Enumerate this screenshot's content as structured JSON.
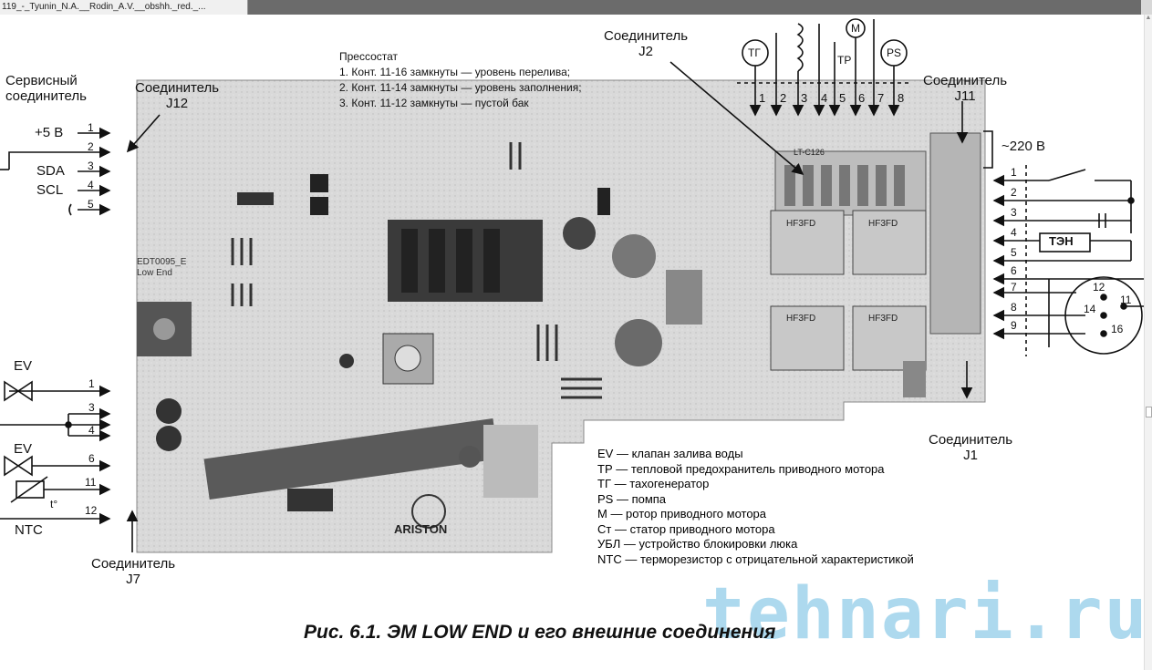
{
  "window": {
    "tab_title": "119_-_Tyunin_N.A.__Rodin_A.V.__obshh._red._..."
  },
  "labels": {
    "service_connector": [
      "Сервисный",
      "соединитель"
    ],
    "j12": [
      "Соединитель",
      "J12"
    ],
    "j2": [
      "Соединитель",
      "J2"
    ],
    "j11": [
      "Соединитель",
      "J11"
    ],
    "j1": [
      "Соединитель",
      "J1"
    ],
    "j7": [
      "Соединитель",
      "J7"
    ],
    "ac_220": "~220 В",
    "ten": "ТЭН"
  },
  "pressostat": {
    "title": "Прессостат",
    "lines": [
      "1. Конт. 11-16 замкнуты — уровень перелива;",
      "2. Конт. 11-14 замкнуты — уровень заполнения;",
      "3. Конт. 11-12 замкнуты — пустой бак"
    ]
  },
  "j12_pins": {
    "signals": [
      "+5 В",
      "SDA",
      "SCL"
    ],
    "numbers": [
      "1",
      "2",
      "3",
      "4",
      "5"
    ]
  },
  "j2_top": {
    "components": [
      "ТГ",
      "ТР",
      "M",
      "PS"
    ],
    "numbers": [
      "1",
      "2",
      "3",
      "4",
      "5",
      "6",
      "7",
      "8"
    ]
  },
  "j1_pins": {
    "numbers": [
      "1",
      "2",
      "3",
      "4",
      "5",
      "6",
      "7",
      "8",
      "9"
    ]
  },
  "pressostat_contacts": [
    "12",
    "11",
    "14",
    "16"
  ],
  "j7_pins": {
    "components": [
      "EV",
      "EV",
      "t°",
      "NTC"
    ],
    "numbers": [
      "1",
      "3",
      "4",
      "6",
      "11",
      "12"
    ]
  },
  "board_marks": {
    "low_end": [
      "EDT0095_E",
      "Low End"
    ],
    "relay_type": "HF3FD",
    "brand": "ARISTON",
    "chip": "LT-C126"
  },
  "legend": [
    "EV — клапан залива воды",
    "ТР — тепловой предохранитель приводного мотора",
    "ТГ — тахогенератор",
    "PS — помпа",
    "M — ротор приводного мотора",
    "Ст — статор приводного мотора",
    "УБЛ — устройство блокировки люка",
    "NTC — терморезистор с отрицательной характеристикой"
  ],
  "caption": "Рис. 6.1. ЭМ LOW END и его внешние соединения",
  "watermark": "tehnari.ru"
}
